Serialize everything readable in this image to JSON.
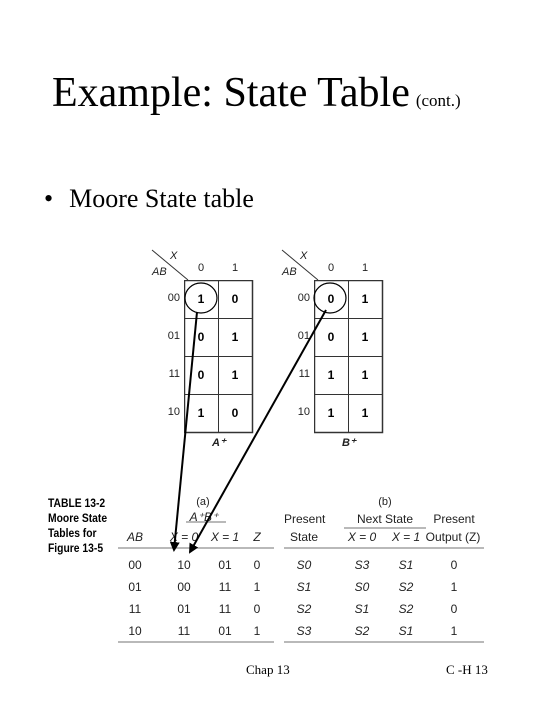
{
  "slide": {
    "title": "Example: State Table",
    "title_suffix": "(cont.)",
    "bullet": "Moore State table",
    "footer_left": "Chap 13",
    "footer_right": "C -H 13"
  },
  "kmaps": [
    {
      "corner_top": "X",
      "corner_left": "AB",
      "col_labels": [
        "0",
        "1"
      ],
      "row_labels": [
        "00",
        "01",
        "11",
        "10"
      ],
      "cells": [
        [
          "1",
          "0"
        ],
        [
          "0",
          "1"
        ],
        [
          "0",
          "1"
        ],
        [
          "1",
          "0"
        ]
      ],
      "caption": "A⁺"
    },
    {
      "corner_top": "X",
      "corner_left": "AB",
      "col_labels": [
        "0",
        "1"
      ],
      "row_labels": [
        "00",
        "01",
        "11",
        "10"
      ],
      "cells": [
        [
          "0",
          "1"
        ],
        [
          "0",
          "1"
        ],
        [
          "1",
          "1"
        ],
        [
          "1",
          "1"
        ]
      ],
      "caption": "B⁺"
    }
  ],
  "table": {
    "caption_lines": [
      "TABLE 13-2",
      "Moore State",
      "Tables for",
      "Figure 13-5"
    ],
    "part_a": {
      "label": "(a)",
      "group_header": "A⁺B⁺",
      "headers": [
        "AB",
        "X = 0",
        "X = 1",
        "Z"
      ],
      "rows": [
        [
          "00",
          "10",
          "01",
          "0"
        ],
        [
          "01",
          "00",
          "11",
          "1"
        ],
        [
          "11",
          "01",
          "11",
          "0"
        ],
        [
          "10",
          "11",
          "01",
          "1"
        ]
      ]
    },
    "part_b": {
      "label": "(b)",
      "present_state_header": [
        "Present",
        "State"
      ],
      "next_state_header": "Next State",
      "sub_headers": [
        "X = 0",
        "X = 1"
      ],
      "output_header": [
        "Present",
        "Output (Z)"
      ],
      "rows": [
        [
          "S0",
          "S3",
          "S1",
          "0"
        ],
        [
          "S1",
          "S0",
          "S2",
          "1"
        ],
        [
          "S2",
          "S1",
          "S2",
          "0"
        ],
        [
          "S3",
          "S2",
          "S1",
          "1"
        ]
      ]
    }
  }
}
